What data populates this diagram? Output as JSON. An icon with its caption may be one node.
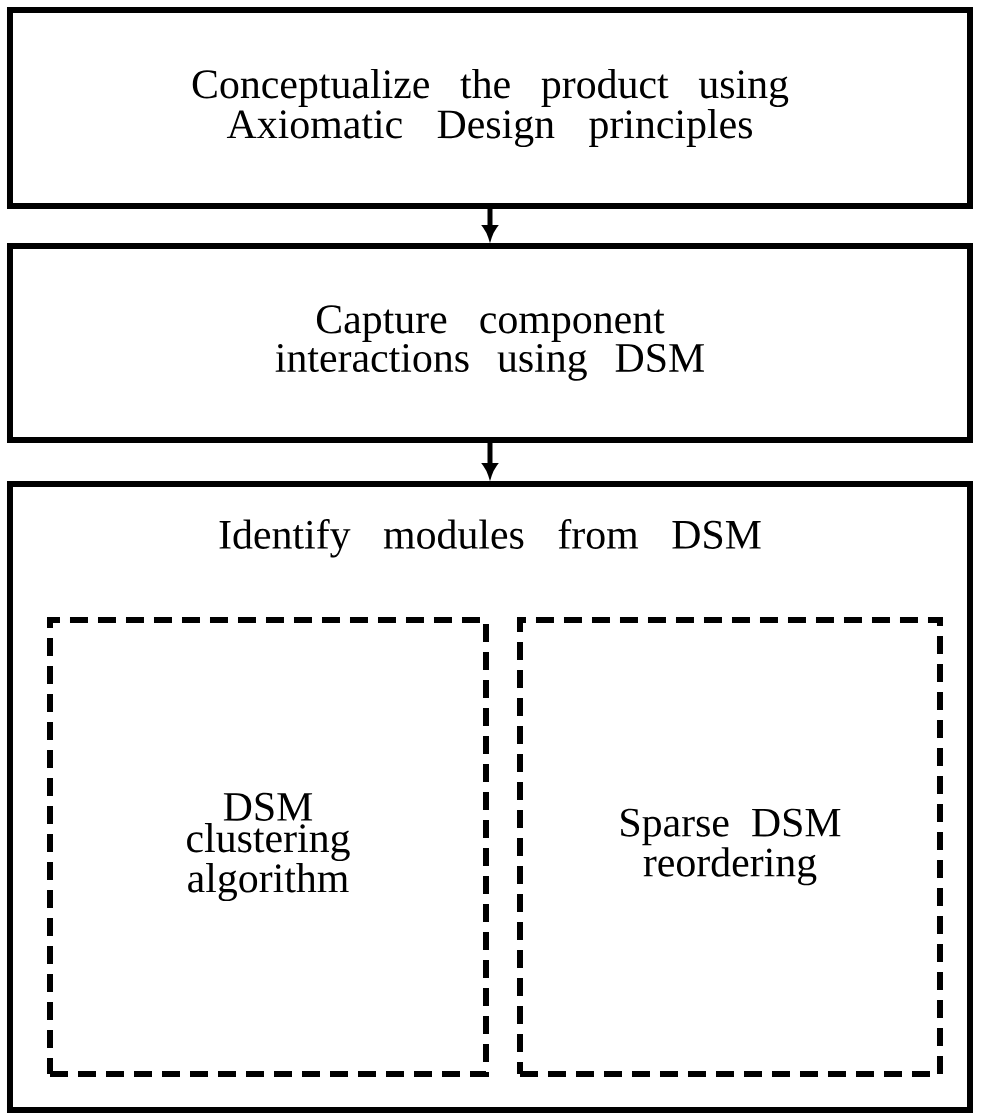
{
  "diagram": {
    "nodes": [
      {
        "text": [
          "Conceptualize the product using Axiomatic Design principles"
        ]
      },
      {
        "text": [
          "Capture component interactions using DSM"
        ]
      },
      {
        "text": [
          "Identify modules from DSM"
        ]
      },
      {
        "text": [
          "DSM clustering algorithm"
        ],
        "in": 2
      },
      {
        "text": [
          "Sparse DSM reordering"
        ],
        "in": 2
      }
    ],
    "edges": [
      {
        "from": 0,
        "to": 1,
        "arrow": "to"
      },
      {
        "from": 1,
        "to": 2,
        "arrow": "to"
      }
    ]
  }
}
